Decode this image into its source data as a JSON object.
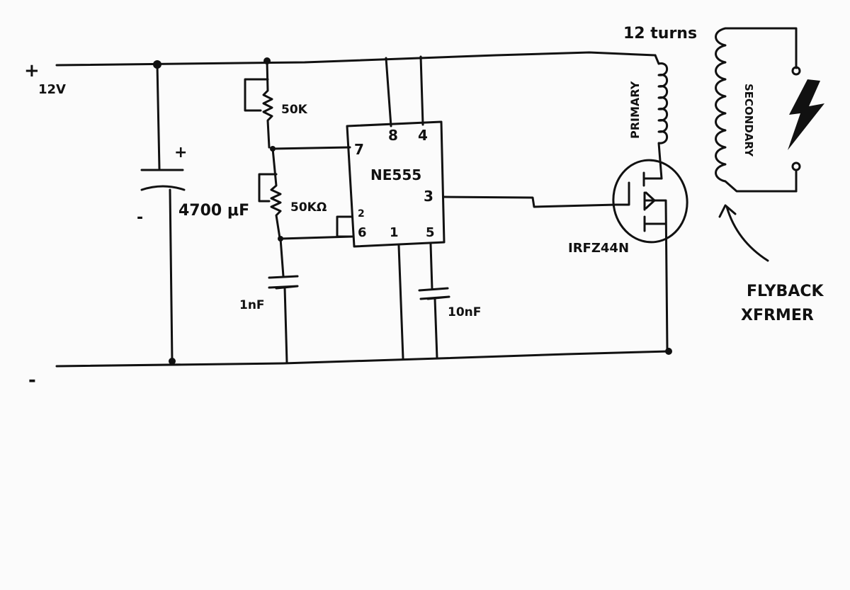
{
  "labels": {
    "supply_plus": "+",
    "supply_voltage": "12V",
    "supply_minus": "-",
    "cap_plus": "+",
    "cap_minus": "-",
    "cap_main": "4700 μF",
    "pot_top": "50K",
    "pot_bottom": "50KΩ",
    "cap_timing": "1nF",
    "cap_control": "10nF",
    "ic_name": "NE555",
    "pins": [
      "7",
      "8",
      "4",
      "3",
      "2",
      "6",
      "1",
      "5"
    ],
    "turns": "12 turns",
    "primary": "PRIMARY",
    "secondary": "SECONDARY",
    "mosfet": "IRFZ44N",
    "xfmr_line1": "FLYBACK",
    "xfmr_line2": "XFRMER"
  },
  "icons": {
    "spark": "lightning-bolt-icon"
  },
  "colors": {
    "ink": "#111111",
    "paper": "#fbfbfb"
  }
}
